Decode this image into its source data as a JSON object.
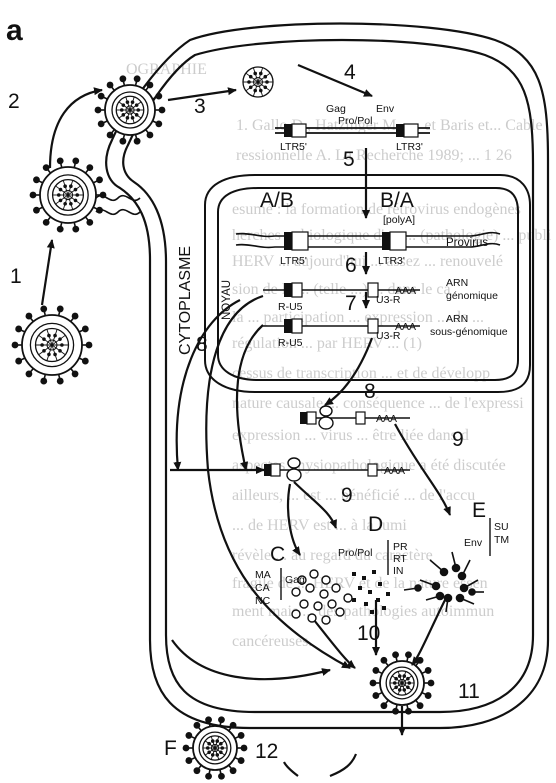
{
  "figure_label": "a",
  "compartments": {
    "cytoplasm": "CYTOPLASME",
    "nucleus": "NOYAU"
  },
  "steps": {
    "s1": "1",
    "s2": "2",
    "s3": "3",
    "s4": "4",
    "s5": "5",
    "s6": "6",
    "s7": "7",
    "s8a": "8",
    "s8b": "8",
    "s9a": "9",
    "s9b": "9",
    "s10": "10",
    "s11": "11",
    "s12": "12"
  },
  "panel_letters": {
    "ab": "A/B",
    "ba": "B/A",
    "c": "C",
    "d": "D",
    "e": "E",
    "f": "F"
  },
  "genome": {
    "gag": "Gag",
    "env": "Env",
    "propol": "Pro/Pol",
    "ltr5_top": "LTR5'",
    "ltr3_top": "LTR3'",
    "polya": "[polyA]",
    "provirus": "Provirus",
    "ltr5": "LTR5'",
    "ltr3": "LTR3'"
  },
  "transcripts": {
    "ru5_1": "R-U5",
    "u3r_1": "U3-R",
    "aaa_1": "AAA",
    "arn_gen_1": "ARN",
    "arn_gen_2": "génomique",
    "ru5_2": "R-U5",
    "u3r_2": "U3-R",
    "aaa_2": "AAA",
    "arn_sub_1": "ARN",
    "arn_sub_2": "sous-génomique",
    "aaa_3": "AAA",
    "aaa_4": "AAA"
  },
  "proteins": {
    "ma": "MA",
    "ca": "CA",
    "nc": "NC",
    "gag": "Gag",
    "propol": "Pro/Pol",
    "pr": "PR",
    "rt": "RT",
    "in": "IN",
    "env": "Env",
    "su": "SU",
    "tm": "TM"
  },
  "background_text": [
    "OGRAPHIE",
    "1. Gallo D., Hatzinger M., ... et Baris et... Cable",
    "ressionnelle A. La Recherche 1989; ... 1 26",
    "esumé : la formation de rétrovirus endogènes",
    "herches ... biologique d'un ... (pathologie) ... publi",
    "HERV ... aujourd'hui ... assez ... renouvelé",
    "sion de la ... (telle ...) ... dans le ca",
    "la ... participation ... expression ... de ...",
    "régulation ... par HERV ... (1)",
    "cessus de transcription ... et de développ",
    "nature causale ... conséquence ... de l'expressi",
    "expression ... virus ... être liée dans d",
    "aspectes physiopathologique a été discutée",
    "ailleurs, ... est ... bénéficié ... de l'accu",
    "... de HERV est ... à la lumi",
    "révèle ... au regard du caractère",
    "fragile de ... HERV et de la nature essen",
    "ment mais ... des pathologies autoimmun",
    "cancéreuses."
  ]
}
